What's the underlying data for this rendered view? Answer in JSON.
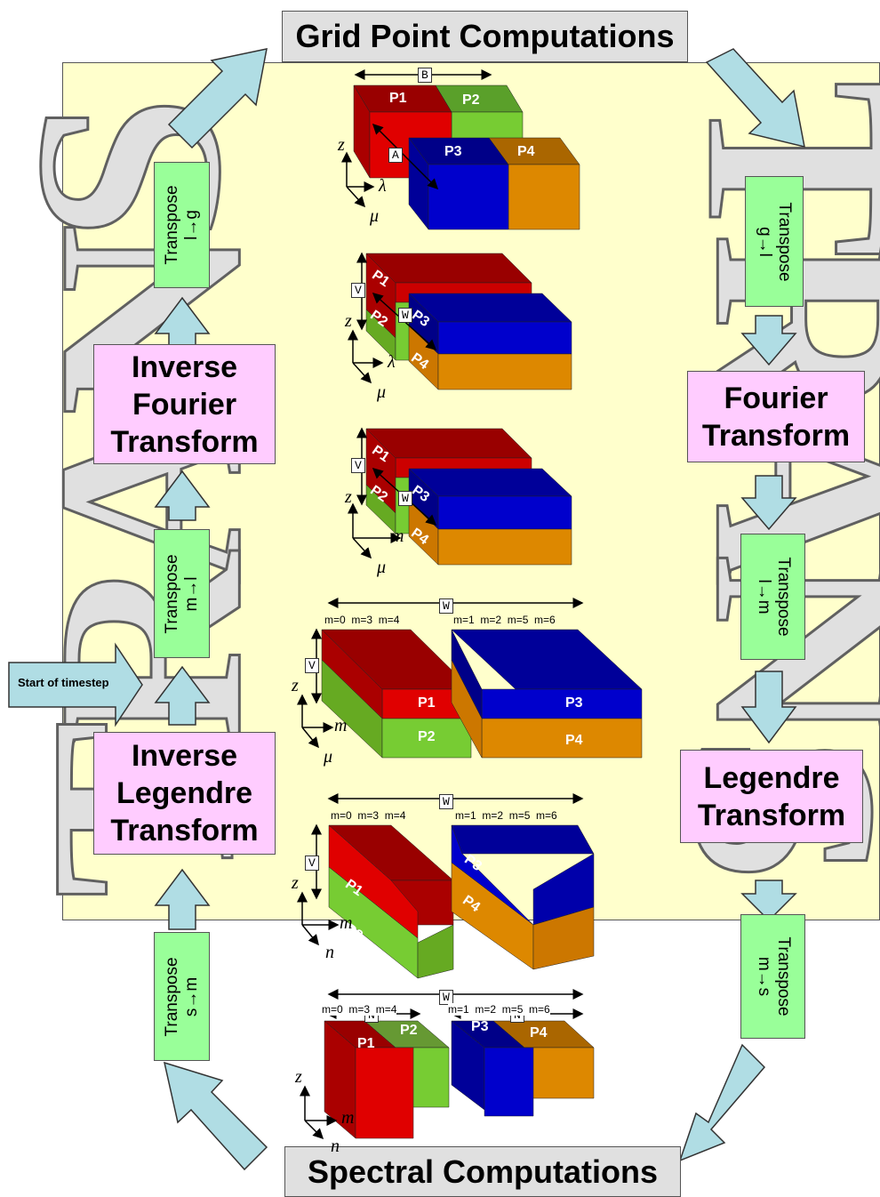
{
  "titles": {
    "grid_point": "Grid Point Computations",
    "spectral": "Spectral Computations"
  },
  "background_letters": {
    "left": [
      "S",
      "N",
      "A",
      "R",
      "T"
    ],
    "right": [
      "T",
      "R",
      "A",
      "N",
      "S"
    ]
  },
  "transforms": {
    "inverse_fourier": [
      "Inverse",
      "Fourier",
      "Transform"
    ],
    "fourier": [
      "Fourier",
      "Transform"
    ],
    "inverse_legendre": [
      "Inverse",
      "Legendre",
      "Transform"
    ],
    "legendre": [
      "Legendre",
      "Transform"
    ]
  },
  "transposes": {
    "l_to_g": [
      "Transpose",
      "l→g"
    ],
    "g_to_l": [
      "Transpose",
      "g→l"
    ],
    "m_to_l": [
      "Transpose",
      "m→l"
    ],
    "l_to_m": [
      "Transpose",
      "l→m"
    ],
    "s_to_m": [
      "Transpose",
      "s→m"
    ],
    "m_to_s": [
      "Transpose",
      "m→s"
    ]
  },
  "start_label": "Start of timestep",
  "processors": [
    "P1",
    "P2",
    "P3",
    "P4"
  ],
  "dimension_tags": {
    "B": "B",
    "A": "A",
    "V": "V",
    "W": "W",
    "N": "N"
  },
  "axes": {
    "z": "z",
    "lambda": "λ",
    "mu": "μ",
    "m": "m",
    "n": "n"
  },
  "m_groups": {
    "first": "m=0  m=3  m=4",
    "second": "m=1  m=2  m=5  m=6"
  },
  "colors": {
    "panel": "#ffffcc",
    "arrow": "#b0dde4",
    "p1": "#e00000",
    "p2": "#77cc33",
    "p3": "#0000cc",
    "p4": "#dd8800"
  }
}
